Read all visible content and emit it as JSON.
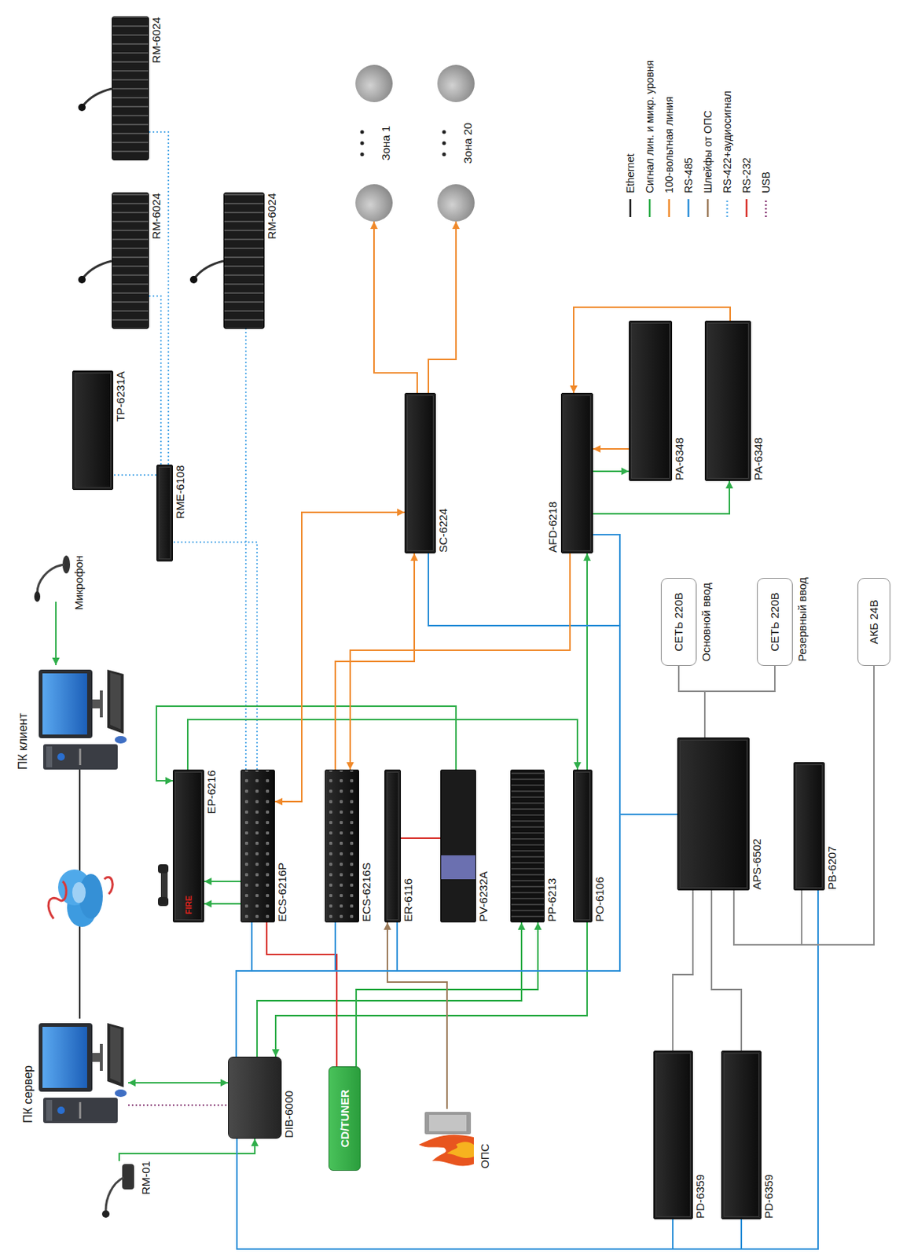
{
  "diagram": {
    "nodes": [
      {
        "text": [
          "ПК сервер"
        ]
      },
      {
        "text": [
          "ПК клиент"
        ]
      },
      {
        "text": [
          "Микрофон"
        ]
      },
      {
        "text": [
          "TP-6231A"
        ]
      },
      {
        "text": [
          "RME-6108"
        ]
      },
      {
        "text": [
          "RM-6024"
        ]
      },
      {
        "text": [
          "RM-6024"
        ]
      },
      {
        "text": [
          "RM-6024"
        ]
      },
      {
        "text": [
          "Зона 1"
        ]
      },
      {
        "text": [
          "Зона 20"
        ]
      },
      {
        "text": [
          "SC-6224"
        ]
      },
      {
        "text": [
          "AFD-6218"
        ]
      },
      {
        "text": [
          "PA-6348"
        ]
      },
      {
        "text": [
          "PA-6348"
        ]
      },
      {
        "text": [
          "EP-6216"
        ]
      },
      {
        "text": [
          "ECS-6216P"
        ]
      },
      {
        "text": [
          "ECS-6216S"
        ]
      },
      {
        "text": [
          "ER-6116"
        ]
      },
      {
        "text": [
          "PV-6232A"
        ]
      },
      {
        "text": [
          "PP-6213"
        ]
      },
      {
        "text": [
          "PO-6106"
        ]
      },
      {
        "text": [
          "APS-6502"
        ]
      },
      {
        "text": [
          "PB-6207"
        ]
      },
      {
        "text": [
          "СЕТЬ 220В"
        ]
      },
      {
        "text": [
          "СЕТЬ 220В"
        ]
      },
      {
        "text": [
          "АКБ 24В"
        ]
      },
      {
        "text": [
          "PD-6359"
        ]
      },
      {
        "text": [
          "PD-6359"
        ]
      },
      {
        "text": [
          "DIB-6000"
        ]
      },
      {
        "text": [
          "RM-01"
        ]
      },
      {
        "text": [
          "CD/TUNER"
        ]
      },
      {
        "text": [
          "ОПС"
        ]
      }
    ],
    "edges": [
      {
        "from": 0,
        "to": 1,
        "arrow": "none"
      },
      {
        "from": 0,
        "to": 28,
        "arrow": "both"
      },
      {
        "from": 0,
        "to": 28,
        "arrow": "none"
      },
      {
        "from": 2,
        "to": 1,
        "arrow": "to"
      },
      {
        "from": 29,
        "to": 28,
        "arrow": "to"
      },
      {
        "from": 4,
        "to": 3,
        "arrow": "none"
      },
      {
        "from": 4,
        "to": 6,
        "arrow": "none"
      },
      {
        "from": 4,
        "to": 5,
        "arrow": "none"
      },
      {
        "from": 15,
        "to": 4,
        "arrow": "none"
      },
      {
        "from": 15,
        "to": 7,
        "arrow": "none"
      },
      {
        "from": 15,
        "to": 14,
        "arrow": "to"
      },
      {
        "from": 15,
        "to": 14,
        "arrow": "to"
      },
      {
        "from": 18,
        "to": 14,
        "arrow": "to"
      },
      {
        "from": 14,
        "to": 20,
        "arrow": "to"
      },
      {
        "from": 20,
        "to": 11,
        "arrow": "to"
      },
      {
        "from": 20,
        "to": 28,
        "arrow": "to"
      },
      {
        "from": 28,
        "to": 19,
        "arrow": "to"
      },
      {
        "from": 30,
        "to": 19,
        "arrow": "to"
      },
      {
        "from": 15,
        "to": 30,
        "arrow": "none"
      },
      {
        "from": 17,
        "to": 18,
        "arrow": "none"
      },
      {
        "from": 31,
        "to": 17,
        "arrow": "to"
      },
      {
        "from": 28,
        "to": 15,
        "arrow": "none"
      },
      {
        "from": 28,
        "to": 16,
        "arrow": "none"
      },
      {
        "from": 28,
        "to": 17,
        "arrow": "none"
      },
      {
        "from": 28,
        "to": 21,
        "arrow": "none"
      },
      {
        "from": 28,
        "to": 10,
        "arrow": "none"
      },
      {
        "from": 28,
        "to": 11,
        "arrow": "none"
      },
      {
        "from": 28,
        "to": 22,
        "arrow": "none"
      },
      {
        "from": 28,
        "to": 26,
        "arrow": "none"
      },
      {
        "from": 28,
        "to": 27,
        "arrow": "none"
      },
      {
        "from": 15,
        "to": 10,
        "arrow": "both"
      },
      {
        "from": 16,
        "to": 10,
        "arrow": "to"
      },
      {
        "from": 11,
        "to": 16,
        "arrow": "to"
      },
      {
        "from": 10,
        "to": 8,
        "arrow": "to"
      },
      {
        "from": 10,
        "to": 9,
        "arrow": "to"
      },
      {
        "from": 12,
        "to": 11,
        "arrow": "to"
      },
      {
        "from": 13,
        "to": 11,
        "arrow": "to"
      },
      {
        "from": 11,
        "to": 12,
        "arrow": "to"
      },
      {
        "from": 11,
        "to": 13,
        "arrow": "to"
      },
      {
        "from": 23,
        "to": 21,
        "arrow": "none"
      },
      {
        "from": 24,
        "to": 21,
        "arrow": "none"
      },
      {
        "from": 25,
        "to": 21,
        "arrow": "none"
      },
      {
        "from": 25,
        "to": 22,
        "arrow": "none"
      },
      {
        "from": 21,
        "to": 26,
        "arrow": "none"
      },
      {
        "from": 21,
        "to": 27,
        "arrow": "none"
      }
    ],
    "labels": [
      "Основной ввод",
      "Резервный ввод",
      "FIRE"
    ],
    "legend": [
      {
        "text": "Ethernet"
      },
      {
        "text": "Сигнал лин. и микр. уровня"
      },
      {
        "text": "100-вольтная линия"
      },
      {
        "text": "RS-485"
      },
      {
        "text": "Шлейфы от ОПС"
      },
      {
        "text": "RS-422+аудиосигнал"
      },
      {
        "text": "RS-232"
      },
      {
        "text": "USB"
      }
    ]
  }
}
